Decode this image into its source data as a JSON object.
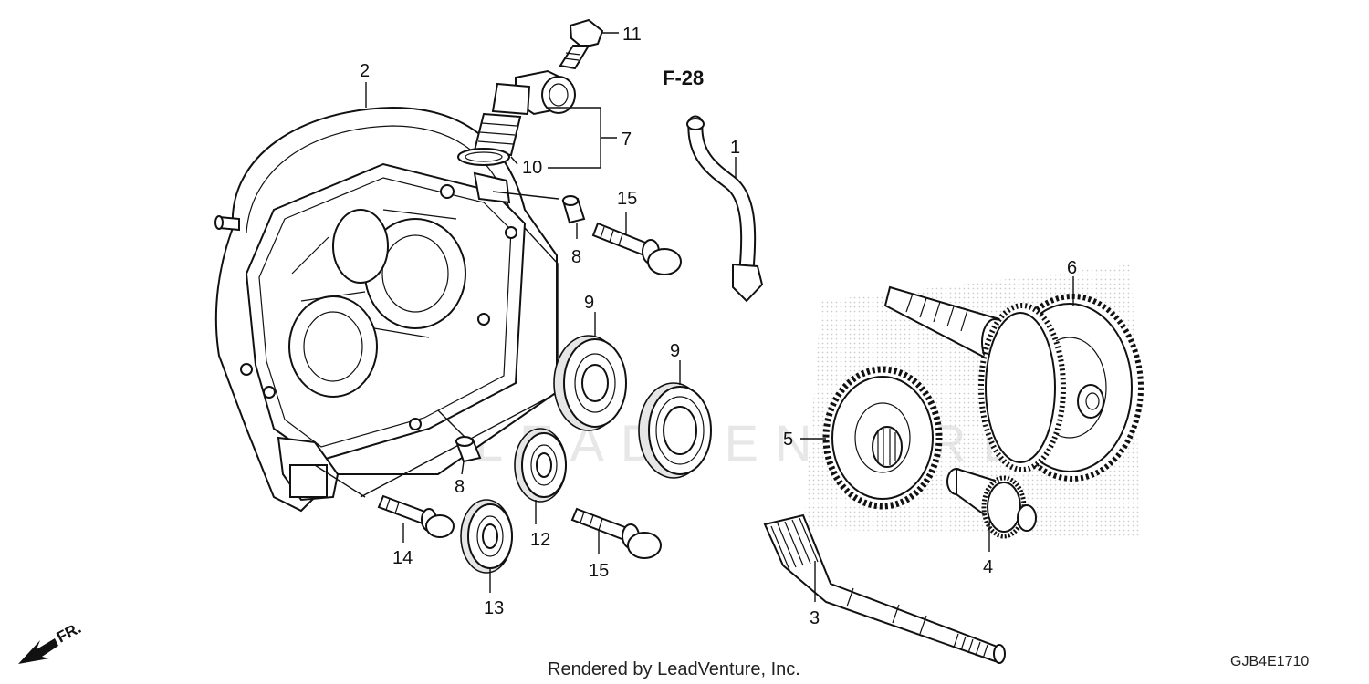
{
  "callouts": [
    {
      "id": "p1",
      "text": "1"
    },
    {
      "id": "p2",
      "text": "2"
    },
    {
      "id": "p3",
      "text": "3"
    },
    {
      "id": "p4",
      "text": "4"
    },
    {
      "id": "p5",
      "text": "5"
    },
    {
      "id": "p6",
      "text": "6"
    },
    {
      "id": "p7",
      "text": "7"
    },
    {
      "id": "p8a",
      "text": "8"
    },
    {
      "id": "p8b",
      "text": "8"
    },
    {
      "id": "p9a",
      "text": "9"
    },
    {
      "id": "p9b",
      "text": "9"
    },
    {
      "id": "p10",
      "text": "10"
    },
    {
      "id": "p11",
      "text": "11"
    },
    {
      "id": "p12",
      "text": "12"
    },
    {
      "id": "p13",
      "text": "13"
    },
    {
      "id": "p14",
      "text": "14"
    },
    {
      "id": "p15a",
      "text": "15"
    },
    {
      "id": "p15b",
      "text": "15"
    }
  ],
  "reference": "F-28",
  "direction": "FR.",
  "footer": "Rendered by LeadVenture, Inc.",
  "diagram_code": "GJB4E1710",
  "watermark": "LEADVENTURE"
}
